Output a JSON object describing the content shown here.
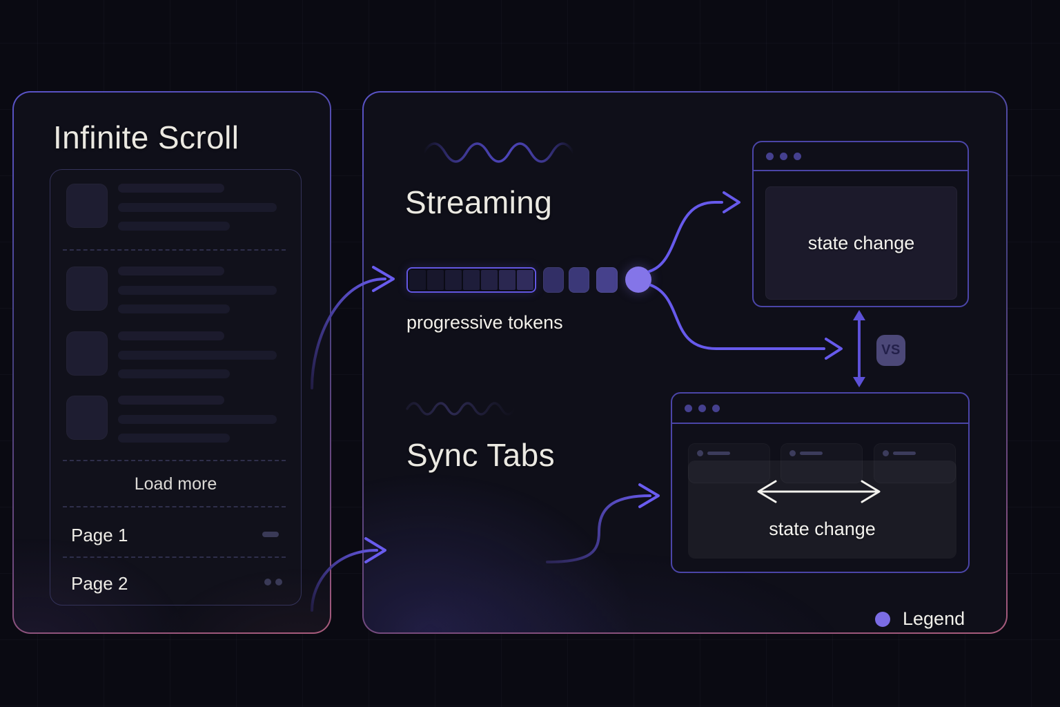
{
  "page": {
    "background": "#0a0a12",
    "accent": "#6459e6",
    "accent_light": "#8475e8",
    "panel_border_top": "#5a53c8",
    "panel_border_bottom": "#aa5c7c"
  },
  "infinite_scroll": {
    "title": "Infinite Scroll",
    "load_more": "Load more",
    "pages": [
      {
        "label": "Page 1"
      },
      {
        "label": "Page 2"
      }
    ],
    "skeleton_items": 4
  },
  "streaming": {
    "title": "Streaming",
    "caption": "progressive tokens",
    "segments_in_bar": 7,
    "detached_tokens": 3,
    "window_label": "state change"
  },
  "sync_tabs": {
    "title": "Sync Tabs",
    "tabs": 3,
    "window_label": "state change"
  },
  "comparison": {
    "vs_label": "VS"
  },
  "legend": {
    "label": "Legend"
  }
}
